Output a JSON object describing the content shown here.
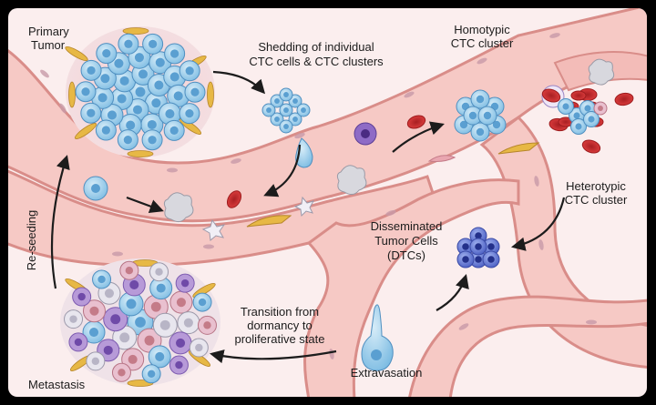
{
  "labels": {
    "primary_tumor": [
      "Primary",
      "Tumor"
    ],
    "shedding": [
      "Shedding of individual",
      "CTC cells & CTC clusters"
    ],
    "homotypic": [
      "Homotypic",
      "CTC cluster"
    ],
    "heterotypic": [
      "Heterotypic",
      "CTC cluster"
    ],
    "dtc": [
      "Disseminated",
      "Tumor Cells",
      "(DTCs)"
    ],
    "reseeding": "Re-seeding",
    "transition": [
      "Transition from",
      "dormancy to",
      "proliferative state"
    ],
    "extravasation": "Extravasation",
    "metastasis": "Metastasis"
  },
  "colors": {
    "background": "#fbeeee",
    "vessel_fill": "#f6c9c5",
    "vessel_wall": "#d98d89",
    "tumor_cell": "#8ec8ea",
    "tumor_nucleus": "#5a9fd1",
    "dtc_cell": "#5a6fd0",
    "rbc": "#d33434",
    "stromal": "#e7b845",
    "wbc_purple": "#8e6bc6",
    "platelet": "#e8e6ee",
    "arrow": "#1c1c1c"
  },
  "icons": [
    "tumor-mass-icon",
    "ctc-cluster-icon",
    "red-blood-cell-icon",
    "white-blood-cell-icon",
    "platelet-icon",
    "fibroblast-icon",
    "arrow-icon"
  ]
}
